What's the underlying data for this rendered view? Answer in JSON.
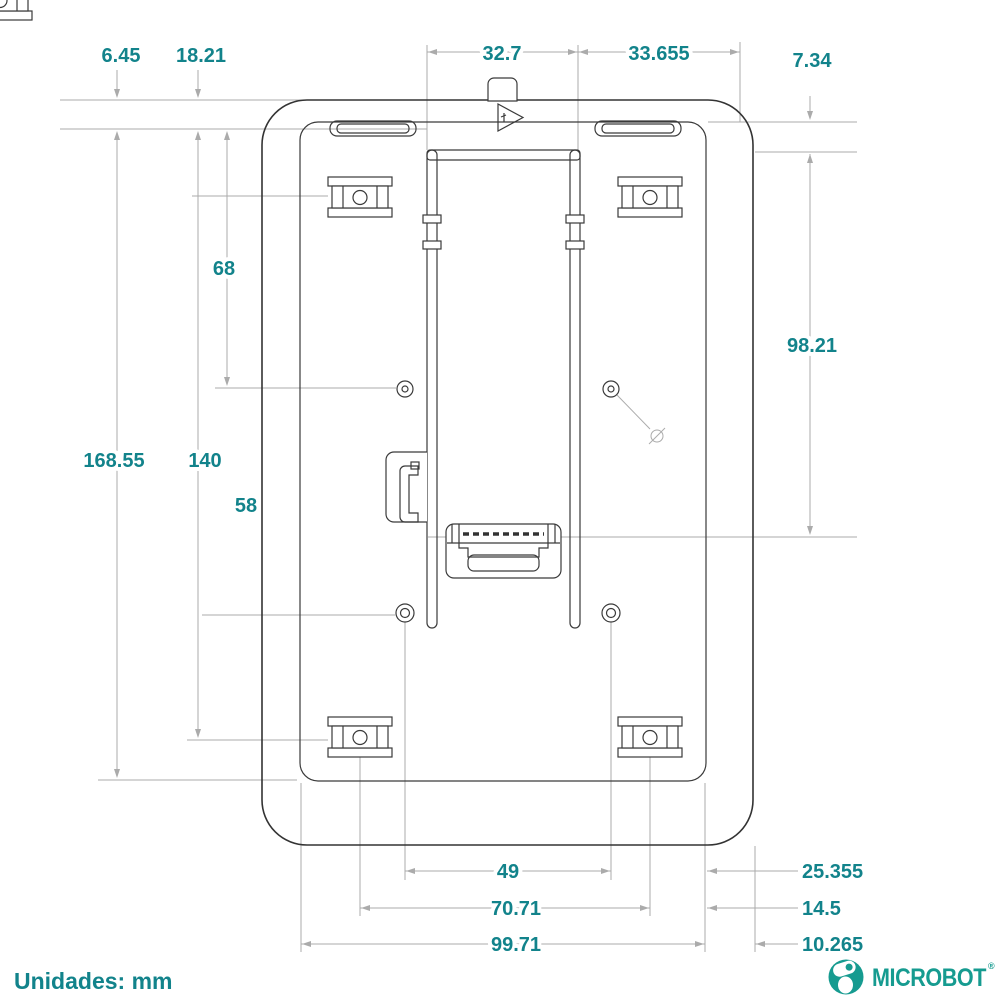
{
  "dims": {
    "d6_45": "6.45",
    "d18_21": "18.21",
    "d32_7": "32.7",
    "d33_655": "33.655",
    "d7_34": "7.34",
    "d68": "68",
    "d98_21": "98.21",
    "d168_55": "168.55",
    "d140": "140",
    "d58": "58",
    "d49": "49",
    "d70_71": "70.71",
    "d99_71": "99.71",
    "d25_355": "25.355",
    "d14_5": "14.5",
    "d10_265": "10.265"
  },
  "footer": {
    "units": "Unidades: mm"
  },
  "brand": {
    "name": "MICROBOT",
    "mark": "®"
  },
  "colors": {
    "dimension_text": "#12838B",
    "brand_teal": "#169B90",
    "dimension_line": "#ABABAB",
    "part_line": "#333333"
  }
}
